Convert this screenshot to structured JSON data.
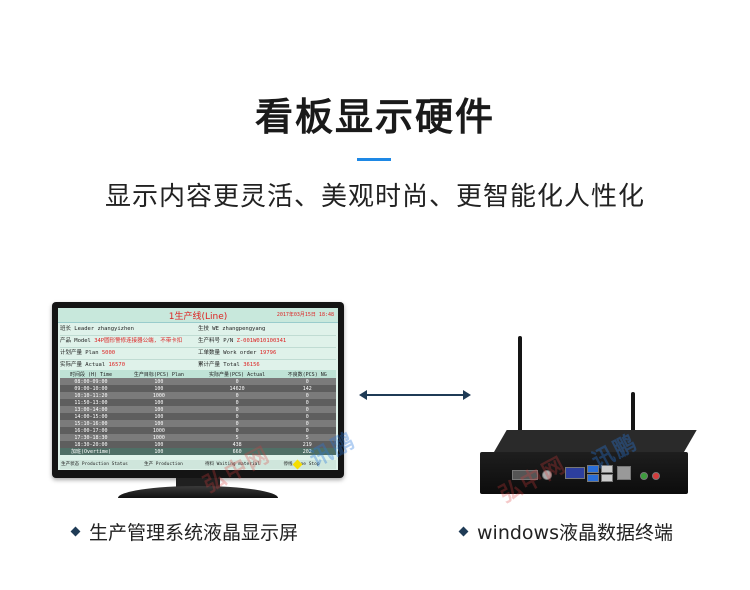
{
  "header": {
    "title": "看板显示硬件",
    "subtitle": "显示内容更灵活、美观时尚、更智能化人性化"
  },
  "screen": {
    "line_title": "1生产线(Line)",
    "date": "2017年03月15日    18:48",
    "info_rows": [
      [
        {
          "label": "班长 Leader",
          "value": "zhangyizhen",
          "red": false
        },
        {
          "label": "生技 WE",
          "value": "zhangpengyang",
          "red": false
        }
      ],
      [
        {
          "label": "产品 Model",
          "value": "34P圆形警修连接器公端, 不带卡扣",
          "red": true
        },
        {
          "label": "生产料号 P/N",
          "value": "Z-001W010100341",
          "red": true
        }
      ],
      [
        {
          "label": "计划产量 Plan",
          "value": "5000",
          "red": true
        },
        {
          "label": "工单数量 Work order",
          "value": "19796",
          "red": true
        }
      ],
      [
        {
          "label": "实际产量 Actual",
          "value": "16570",
          "red": true
        },
        {
          "label": "累计产量 Total",
          "value": "36156",
          "red": true
        }
      ]
    ],
    "table_headers": [
      "时间段 (H) Time",
      "生产目标(PCS) Plan",
      "实际产量(PCS) Actual",
      "不良数(PCS) NG"
    ],
    "table_rows": [
      [
        "08:00-09:00",
        "100",
        "0",
        "0"
      ],
      [
        "09:00-10:00",
        "100",
        "14620",
        "142"
      ],
      [
        "10:10-11:20",
        "1000",
        "0",
        "0"
      ],
      [
        "11:50-13:00",
        "100",
        "0",
        "0"
      ],
      [
        "13:00-14:00",
        "100",
        "0",
        "0"
      ],
      [
        "14:00-15:00",
        "100",
        "0",
        "0"
      ],
      [
        "15:10-16:00",
        "100",
        "0",
        "0"
      ],
      [
        "16:00-17:00",
        "1000",
        "0",
        "0"
      ],
      [
        "17:30-18:30",
        "1000",
        "5",
        "5"
      ],
      [
        "18:30-20:00",
        "100",
        "438",
        "219"
      ],
      [
        "加班(Overtime)",
        "100",
        "660",
        "202"
      ]
    ],
    "status_items": [
      "生产状态 Production Status",
      "生产 Production",
      "待料 Waiting material",
      "停线 Line Stop"
    ]
  },
  "watermark": {
    "text_red": "弘中网",
    "text_blue": "讯鹏"
  },
  "captions": {
    "left": "生产管理系统液晶显示屏",
    "right": "windows液晶数据终端"
  }
}
